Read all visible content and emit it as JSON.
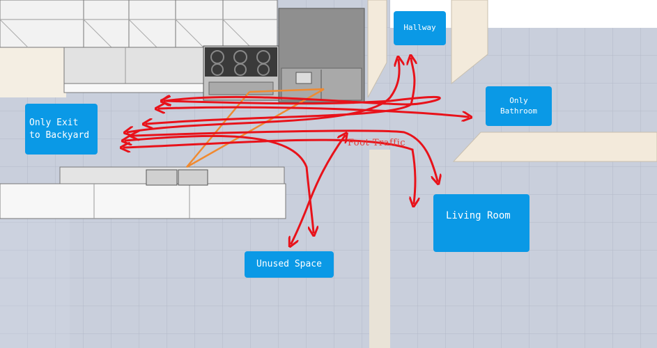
{
  "labels": {
    "hallway": "Hallway",
    "bathroom": "Only\nBathroom",
    "exit": "Only Exit\nto Backyard",
    "living": "Living Room",
    "unused": "Unused Space",
    "foot_traffic": "Foot Traffic"
  },
  "colors": {
    "label_bg": "#0a99e6",
    "label_text": "#ffffff",
    "traffic_arrows": "#e8121a",
    "work_triangle": "#f08a30",
    "floor": "#c9cfdc",
    "floor_grid": "#b2b9c8",
    "cabinet": "#f2f2f2",
    "appliance": "#8c8c8c"
  },
  "icons": [
    "stove-icon",
    "refrigerator-icon",
    "sink-icon",
    "arrow-icon"
  ]
}
